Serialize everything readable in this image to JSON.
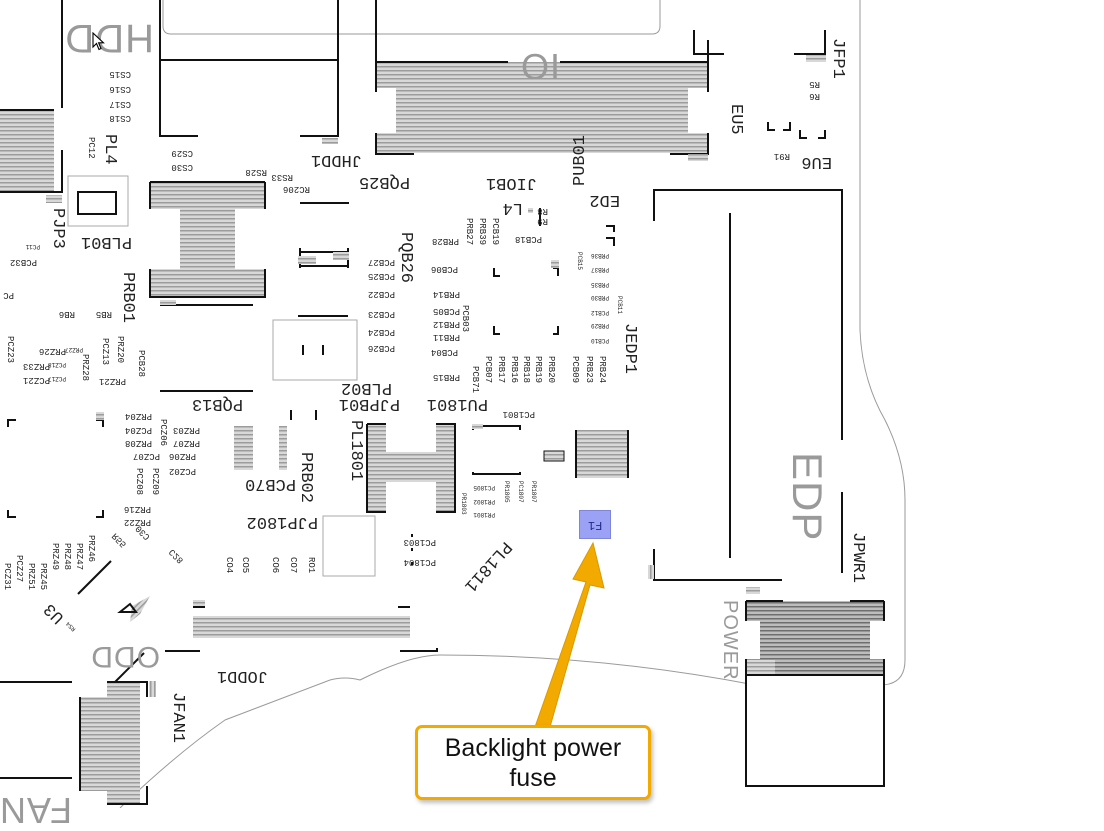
{
  "viewer": {
    "type": "boardview",
    "orientation": "mirrored (bottom side)",
    "callout": {
      "text": "Backlight power fuse",
      "target": "F1",
      "color": "#f2a900"
    },
    "highlight": {
      "component": "F1",
      "color": "#9ba2f5"
    }
  },
  "silkscreen_labels": {
    "hdd": "HDD",
    "io": "IO",
    "edp": "EDP",
    "odd": "ODD",
    "power": "POWER",
    "fan": "FAN"
  },
  "components": {
    "large": {
      "jhdd1": "JHDD1",
      "pqb25": "PQB25",
      "jiob1": "JIOB1",
      "pub01": "PUB01",
      "ed2": "ED2",
      "eu5": "EU5",
      "eu6": "EU6",
      "jfp1": "JFP1",
      "l4": "L4",
      "pqb26": "PQB26",
      "jedp1": "JEDP1",
      "pl4": "PL4",
      "pjp3": "PJP3",
      "plb01": "PLB01",
      "prb01": "PRB01",
      "pqb13": "PQB13",
      "plb02": "PLB02",
      "pjpb01": "PJPB01",
      "pu1801": "PU1801",
      "pl1801": "PL1801",
      "pcb70": "PCB70",
      "prb02": "PRB02",
      "pjp1802": "PJP1802",
      "pl1811": "PL1811",
      "f1": "F1",
      "jpwr1": "JPWR1",
      "jodd1": "JODD1",
      "jfan1": "JFAN1",
      "u3": "U3"
    },
    "small": {
      "cs15": "CS15",
      "cs16": "CS16",
      "cs17": "CS17",
      "cs18": "CS18",
      "cs29": "CS29",
      "cs30": "CS30",
      "rs28": "RS28",
      "rs33": "RS33",
      "rc206": "RC206",
      "pc12": "PC12",
      "pc11": "PC11",
      "pcb32": "PCB32",
      "pc": "PC",
      "rb5": "RB5",
      "rb6": "RB6",
      "pcz23": "PCZ23",
      "prz26": "PRZ26",
      "prz27": "PRZ27",
      "prz33": "PRZ33",
      "pcz18": "PCZ18",
      "pcz21": "PCZ21",
      "pcz17": "PCZ17",
      "prz28": "PRZ28",
      "pcz13": "PCZ13",
      "prz21": "PRZ21",
      "prz20": "PRZ20",
      "pcb28": "PCB28",
      "prz04": "PRZ04",
      "pcz04": "PCZ04",
      "prz03": "PRZ03",
      "pcz06": "PCZ06",
      "prz08": "PRZ08",
      "prz07": "PRZ07",
      "pcz07": "PCZ07",
      "prz06": "PRZ06",
      "pcz02": "PCZ02",
      "pcz09": "PCZ09",
      "pcz08": "PCZ08",
      "prz16": "PRZ16",
      "prz22": "PRZ22",
      "prz46": "PRZ46",
      "prz47": "PRZ47",
      "prz48": "PRZ48",
      "prz49": "PRZ49",
      "prz45": "PRZ45",
      "prz51": "PRZ51",
      "pcz27": "PCZ27",
      "pcz31": "PCZ31",
      "r55": "R55",
      "rs4": "RS4",
      "c30": "C30",
      "c28": "C28",
      "co4": "CO4",
      "co5": "CO5",
      "co6": "CO6",
      "co7": "CO7",
      "ro1": "RO1",
      "pcb27": "PCB27",
      "pcb25": "PCB25",
      "pcb22": "PCB22",
      "pcb23": "PCB23",
      "pcb24": "PCB24",
      "pcb26": "PCB26",
      "prb28": "PRB28",
      "prb27": "PRB27",
      "prb39": "PRB39",
      "pcb19": "PCB19",
      "pcb18": "PCB18",
      "r8": "R8",
      "r9": "R9",
      "pcb06": "PCB06",
      "prb14": "PRB14",
      "pcb05": "PCB05",
      "pcb03": "PCB03",
      "prb12": "PRB12",
      "prb11": "PRB11",
      "pcb04": "PCB04",
      "prb15": "PRB15",
      "pcb71": "PCB71",
      "pcb07": "PCB07",
      "prb17": "PRB17",
      "prb16": "PRB16",
      "prb18": "PRB18",
      "prb19": "PRB19",
      "prb20": "PRB20",
      "pcb09": "PCB09",
      "prb23": "PRB23",
      "prb24": "PRB24",
      "pcb15": "PCB15",
      "prb36": "PRB36",
      "prb37": "PRB37",
      "prb35": "PRB35",
      "prb30": "PRB30",
      "pcb11": "PCB11",
      "pcb12": "PCB12",
      "prb29": "PRB29",
      "pcb10": "PCB10",
      "pc1801": "PC1801",
      "pc1803": "PC1803",
      "pc1804": "PC1804",
      "pr1801": "PR1801",
      "pr1802": "PR1802",
      "pr1803": "PR1803",
      "pc1805": "PC1805",
      "pr1805": "PR1805",
      "pc1807": "PC1807",
      "pr1807": "PR1807",
      "r5": "R5",
      "r6": "R6",
      "r91": "R91"
    }
  }
}
